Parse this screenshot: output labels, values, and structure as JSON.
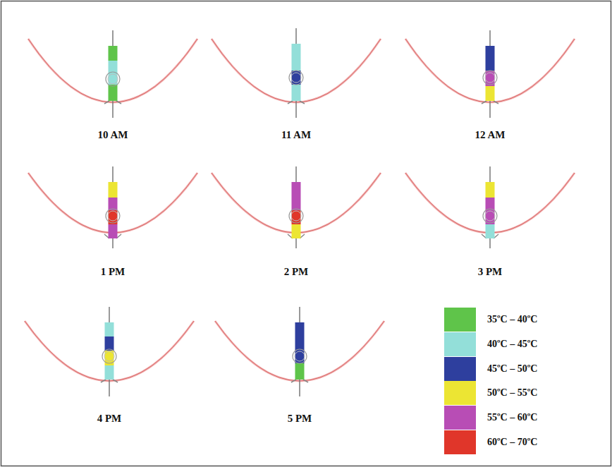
{
  "diagram": {
    "labels": [
      "10 AM",
      "11 AM",
      "12 AM",
      "1 PM",
      "2 PM",
      "3 PM",
      "4 PM",
      "5 PM"
    ],
    "legend": [
      {
        "text": "35ºC – 40ºC",
        "color": "#5fc44a"
      },
      {
        "text": "40ºC – 45ºC",
        "color": "#93dfd9"
      },
      {
        "text": "45ºC – 50ºC",
        "color": "#2e3f9e"
      },
      {
        "text": "50ºC – 55ºC",
        "color": "#ece533"
      },
      {
        "text": "55ºC – 60ºC",
        "color": "#b84db5"
      },
      {
        "text": "60ºC – 70ºC",
        "color": "#e0362a"
      }
    ]
  }
}
